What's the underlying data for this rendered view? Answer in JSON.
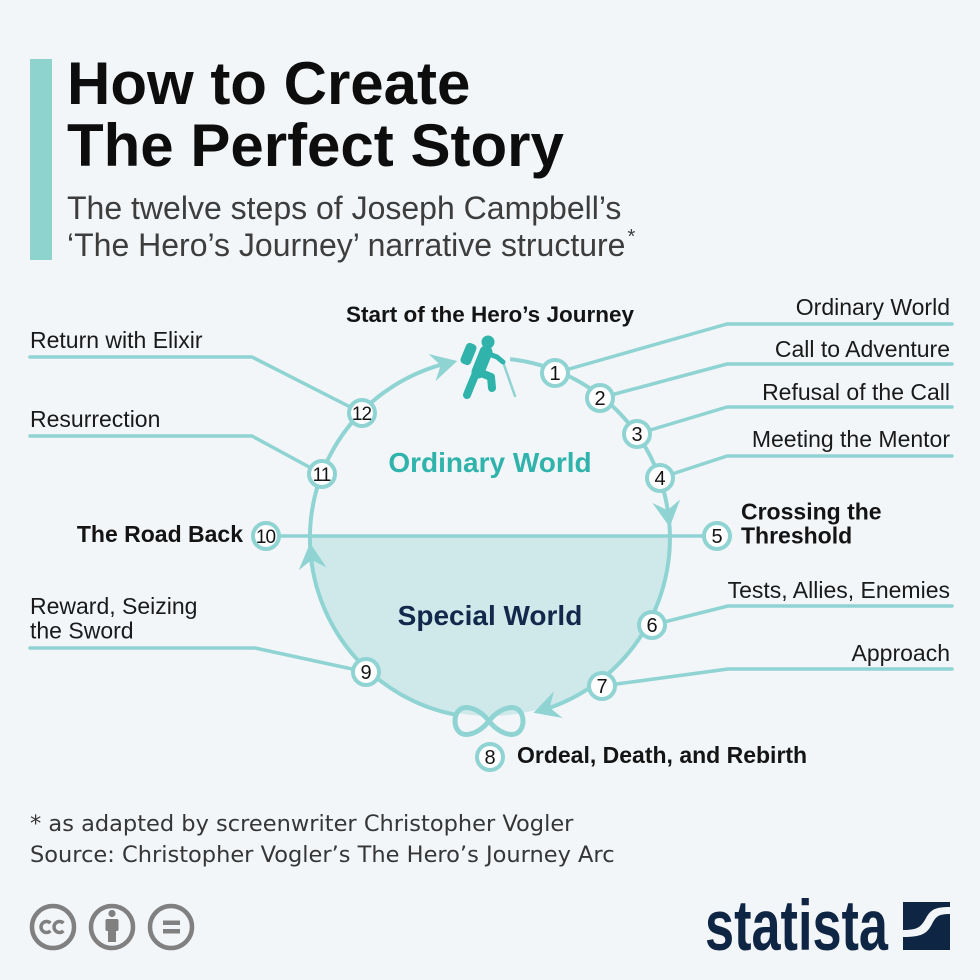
{
  "header": {
    "title_lines": [
      "How to Create",
      "The Perfect Story"
    ],
    "subtitle_lines": [
      "The twelve steps of Joseph Campbell’s",
      "‘The Hero’s Journey’ narrative structure"
    ],
    "subtitle_footnote_mark": "*"
  },
  "diagram": {
    "start_label": "Start of the Hero’s Journey",
    "regions": {
      "upper": "Ordinary World",
      "lower": "Special World"
    },
    "icons": {
      "start": "hiker-icon",
      "ordeal": "infinity-icon",
      "direction": "arrow-icon"
    },
    "steps": [
      {
        "number": "1",
        "lines": [
          "Ordinary World"
        ]
      },
      {
        "number": "2",
        "lines": [
          "Call to Adventure"
        ]
      },
      {
        "number": "3",
        "lines": [
          "Refusal of the Call"
        ]
      },
      {
        "number": "4",
        "lines": [
          "Meeting the Mentor"
        ]
      },
      {
        "number": "5",
        "lines": [
          "Crossing the",
          "Threshold"
        ]
      },
      {
        "number": "6",
        "lines": [
          "Tests, Allies, Enemies"
        ]
      },
      {
        "number": "7",
        "lines": [
          "Approach"
        ]
      },
      {
        "number": "8",
        "lines": [
          "Ordeal, Death, and Rebirth"
        ]
      },
      {
        "number": "9",
        "lines": [
          "Reward, Seizing",
          "the Sword"
        ]
      },
      {
        "number": "10",
        "lines": [
          "The Road Back"
        ]
      },
      {
        "number": "11",
        "lines": [
          "Resurrection"
        ]
      },
      {
        "number": "12",
        "lines": [
          "Return with Elixir"
        ]
      }
    ]
  },
  "footer": {
    "note": "* as adapted by screenwriter Christopher Vogler",
    "source": "Source: Christopher Vogler’s The Hero’s Journey Arc",
    "license_icons": [
      "cc-icon",
      "attribution-icon",
      "no-derivatives-icon"
    ],
    "brand": "statista"
  },
  "colors": {
    "background": "#f3f6f9",
    "accent": "#8fd3d3",
    "special_world_fill": "#cfe9eb",
    "ordinary_world_text": "#2fb3ab",
    "special_world_text": "#13294b",
    "brand_navy": "#0f2544",
    "license_gray": "#808080"
  }
}
